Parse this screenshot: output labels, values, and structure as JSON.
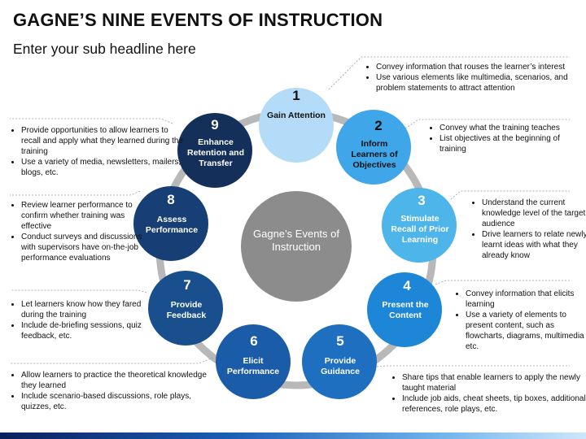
{
  "title": "GAGNE’S NINE EVENTS OF INSTRUCTION",
  "subtitle": "Enter your sub headline here",
  "center": "Gagne’s Events of Instruction",
  "colors": {
    "e1": "#b4dcf8",
    "e2": "#3fa6ea",
    "e3": "#4eb5ea",
    "e4": "#1e86d6",
    "e5": "#1f6fc0",
    "e6": "#1b5ca8",
    "e7": "#1a4f8e",
    "e8": "#173f75",
    "e9": "#132f5a",
    "center": "#8c8c8c"
  },
  "events": [
    {
      "num": "1",
      "label": "Gain Attention",
      "notes": [
        "Convey information that rouses the learner’s interest",
        "Use various elements like multimedia, scenarios, and problem statements to attract attention"
      ]
    },
    {
      "num": "2",
      "label": "Inform Learners of Objectives",
      "notes": [
        "Convey what the training teaches",
        "List objectives at the beginning of training"
      ]
    },
    {
      "num": "3",
      "label": "Stimulate Recall of Prior Learning",
      "notes": [
        "Understand the current knowledge level of the target audience",
        "Drive learners to relate newly learnt ideas with what they already know"
      ]
    },
    {
      "num": "4",
      "label": "Present the Content",
      "notes": [
        "Convey information that elicits learning",
        "Use a variety of elements to present content, such as flowcharts, diagrams, multimedia etc."
      ]
    },
    {
      "num": "5",
      "label": "Provide Guidance",
      "notes": [
        "Share tips that enable learners to apply the newly taught material",
        "Include job aids, cheat sheets, tip boxes, additional references, role plays, etc."
      ]
    },
    {
      "num": "6",
      "label": "Elicit Performance",
      "notes": [
        "Allow learners to practice the theoretical knowledge they learned",
        "Include scenario-based discussions, role plays, quizzes, etc."
      ]
    },
    {
      "num": "7",
      "label": "Provide Feedback",
      "notes": [
        "Let learners know how they fared during the training",
        "Include de-briefing sessions, quiz feedback, etc."
      ]
    },
    {
      "num": "8",
      "label": "Assess Performance",
      "notes": [
        "Review learner performance to confirm whether training was effective",
        "Conduct surveys and  discussions with supervisors have on-the-job performance evaluations"
      ]
    },
    {
      "num": "9",
      "label": "Enhance Retention and Transfer",
      "notes": [
        "Provide opportunities to allow learners to recall and apply what they learned during the training",
        "Use a variety of media, newsletters, mailers, blogs, etc."
      ]
    }
  ]
}
